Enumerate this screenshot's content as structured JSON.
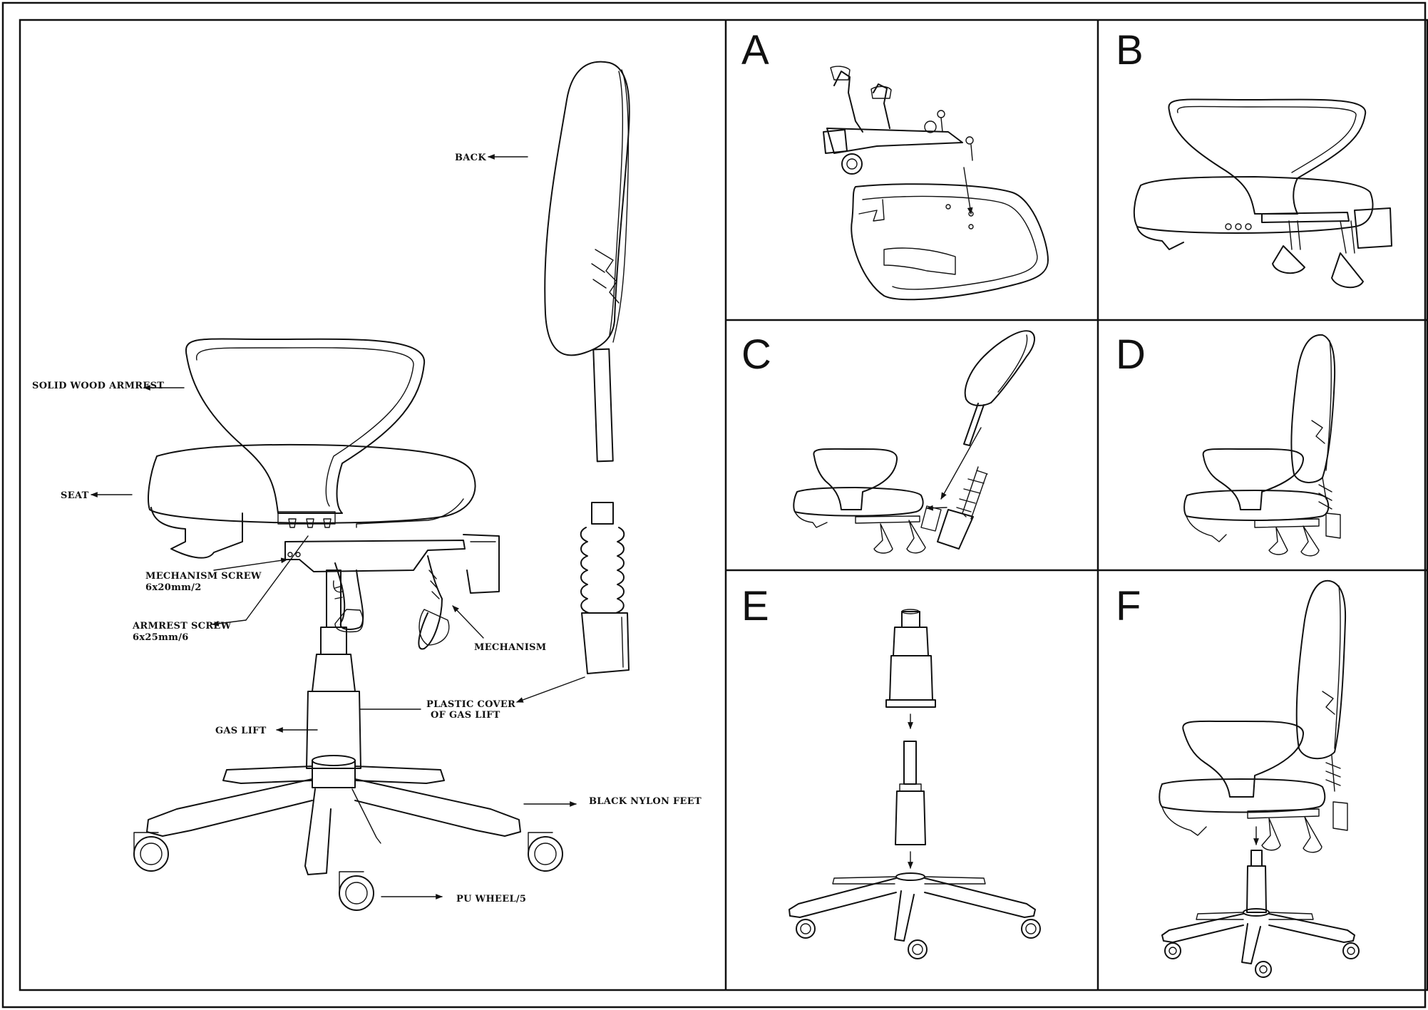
{
  "main_diagram": {
    "labels": {
      "back": "BACK",
      "armrest": "SOLID WOOD ARMREST",
      "seat": "SEAT",
      "mechanism_screw": "MECHANISM SCREW",
      "mechanism_screw_spec": "6x20mm/2",
      "armrest_screw": "ARMREST SCREW",
      "armrest_screw_spec": "6x25mm/6",
      "mechanism": "MECHANISM",
      "plastic_cover_1": "PLASTIC COVER",
      "plastic_cover_2": "OF GAS LIFT",
      "gas_lift": "GAS LIFT",
      "black_nylon_feet": "BLACK NYLON FEET",
      "pu_wheel": "PU WHEEL/5"
    }
  },
  "steps": {
    "a": "A",
    "b": "B",
    "c": "C",
    "d": "D",
    "e": "E",
    "f": "F"
  },
  "icons": [
    "chair-back-icon",
    "armrest-icon",
    "seat-icon",
    "mechanism-icon",
    "gas-lift-icon",
    "base-icon",
    "wheel-icon",
    "arrow-icon"
  ],
  "colors": {
    "line": "#111111",
    "background": "#ffffff"
  }
}
